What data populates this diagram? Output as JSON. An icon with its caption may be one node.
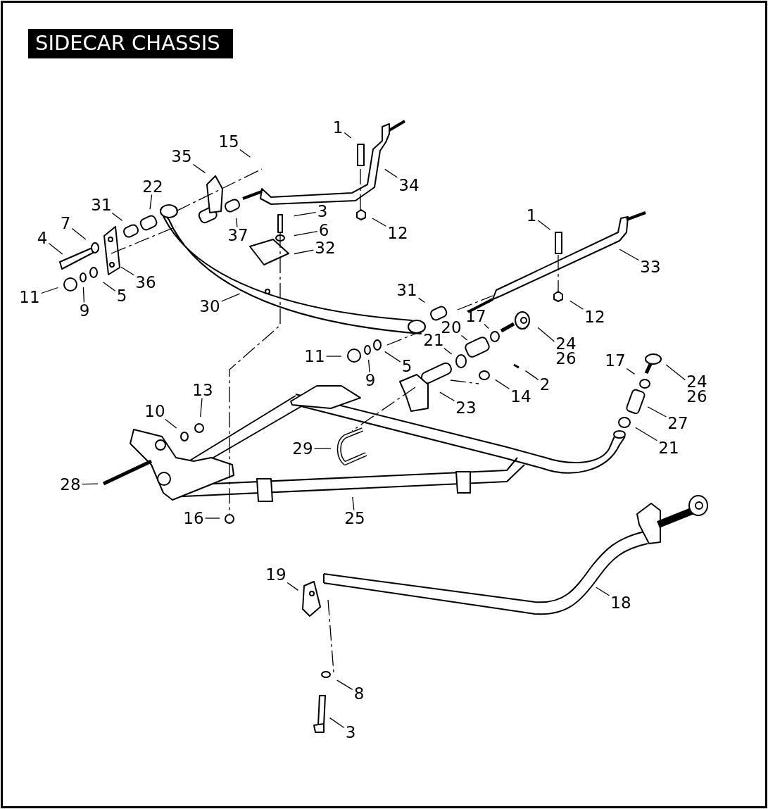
{
  "diagram": {
    "title": "SIDECAR CHASSIS",
    "nodes": [
      {
        "text": [
          "1"
        ]
      },
      {
        "text": [
          "15"
        ]
      },
      {
        "text": [
          "35"
        ]
      },
      {
        "text": [
          "34"
        ]
      },
      {
        "text": [
          "22"
        ]
      },
      {
        "text": [
          "31"
        ]
      },
      {
        "text": [
          "3"
        ]
      },
      {
        "text": [
          "7"
        ]
      },
      {
        "text": [
          "6"
        ]
      },
      {
        "text": [
          "37"
        ]
      },
      {
        "text": [
          "12"
        ]
      },
      {
        "text": [
          "1"
        ]
      },
      {
        "text": [
          "32"
        ]
      },
      {
        "text": [
          "4"
        ]
      },
      {
        "text": [
          "36"
        ]
      },
      {
        "text": [
          "33"
        ]
      },
      {
        "text": [
          "11"
        ]
      },
      {
        "text": [
          "5"
        ]
      },
      {
        "text": [
          "9"
        ]
      },
      {
        "text": [
          "30"
        ]
      },
      {
        "text": [
          "31"
        ]
      },
      {
        "text": [
          "12"
        ]
      },
      {
        "text": [
          "17"
        ]
      },
      {
        "text": [
          "20"
        ]
      },
      {
        "text": [
          "24",
          "26"
        ]
      },
      {
        "text": [
          "21"
        ]
      },
      {
        "text": [
          "11"
        ]
      },
      {
        "text": [
          "5"
        ]
      },
      {
        "text": [
          "9"
        ]
      },
      {
        "text": [
          "2"
        ]
      },
      {
        "text": [
          "17"
        ]
      },
      {
        "text": [
          "24",
          "26"
        ]
      },
      {
        "text": [
          "14"
        ]
      },
      {
        "text": [
          "13"
        ]
      },
      {
        "text": [
          "10"
        ]
      },
      {
        "text": [
          "23"
        ]
      },
      {
        "text": [
          "27"
        ]
      },
      {
        "text": [
          "29"
        ]
      },
      {
        "text": [
          "21"
        ]
      },
      {
        "text": [
          "28"
        ]
      },
      {
        "text": [
          "16"
        ]
      },
      {
        "text": [
          "25"
        ]
      },
      {
        "text": [
          "19"
        ]
      },
      {
        "text": [
          "18"
        ]
      },
      {
        "text": [
          "8"
        ]
      },
      {
        "text": [
          "3"
        ]
      }
    ],
    "edges": [
      {
        "from": 0,
        "to": null,
        "arrow": "none"
      },
      {
        "from": 1,
        "to": null,
        "arrow": "none"
      },
      {
        "from": 2,
        "to": null,
        "arrow": "none"
      },
      {
        "from": 3,
        "to": null,
        "arrow": "none"
      },
      {
        "from": 4,
        "to": null,
        "arrow": "none"
      },
      {
        "from": 5,
        "to": null,
        "arrow": "none"
      },
      {
        "from": 6,
        "to": null,
        "arrow": "none"
      },
      {
        "from": 7,
        "to": null,
        "arrow": "none"
      },
      {
        "from": 8,
        "to": null,
        "arrow": "none"
      },
      {
        "from": 9,
        "to": null,
        "arrow": "none"
      },
      {
        "from": 10,
        "to": null,
        "arrow": "none"
      },
      {
        "from": 11,
        "to": null,
        "arrow": "none"
      },
      {
        "from": 12,
        "to": null,
        "arrow": "none"
      },
      {
        "from": 13,
        "to": null,
        "arrow": "none"
      },
      {
        "from": 14,
        "to": null,
        "arrow": "none"
      },
      {
        "from": 15,
        "to": null,
        "arrow": "none"
      },
      {
        "from": 16,
        "to": null,
        "arrow": "none"
      },
      {
        "from": 17,
        "to": null,
        "arrow": "none"
      },
      {
        "from": 18,
        "to": null,
        "arrow": "none"
      },
      {
        "from": 19,
        "to": null,
        "arrow": "none"
      },
      {
        "from": 20,
        "to": null,
        "arrow": "none"
      },
      {
        "from": 21,
        "to": null,
        "arrow": "none"
      },
      {
        "from": 22,
        "to": null,
        "arrow": "none"
      },
      {
        "from": 23,
        "to": null,
        "arrow": "none"
      },
      {
        "from": 24,
        "to": null,
        "arrow": "none"
      },
      {
        "from": 25,
        "to": null,
        "arrow": "none"
      },
      {
        "from": 26,
        "to": null,
        "arrow": "none"
      },
      {
        "from": 27,
        "to": null,
        "arrow": "none"
      },
      {
        "from": 28,
        "to": null,
        "arrow": "none"
      },
      {
        "from": 29,
        "to": null,
        "arrow": "none"
      },
      {
        "from": 30,
        "to": null,
        "arrow": "none"
      },
      {
        "from": 31,
        "to": null,
        "arrow": "none"
      },
      {
        "from": 32,
        "to": null,
        "arrow": "none"
      },
      {
        "from": 33,
        "to": null,
        "arrow": "none"
      },
      {
        "from": 34,
        "to": null,
        "arrow": "none"
      },
      {
        "from": 35,
        "to": null,
        "arrow": "none"
      },
      {
        "from": 36,
        "to": null,
        "arrow": "none"
      },
      {
        "from": 37,
        "to": null,
        "arrow": "none"
      },
      {
        "from": 38,
        "to": null,
        "arrow": "none"
      },
      {
        "from": 39,
        "to": null,
        "arrow": "none"
      },
      {
        "from": 40,
        "to": null,
        "arrow": "none"
      },
      {
        "from": 41,
        "to": null,
        "arrow": "none"
      },
      {
        "from": 42,
        "to": null,
        "arrow": "none"
      },
      {
        "from": 43,
        "to": null,
        "arrow": "none"
      },
      {
        "from": 44,
        "to": null,
        "arrow": "none"
      },
      {
        "from": 45,
        "to": null,
        "arrow": "none"
      }
    ]
  }
}
